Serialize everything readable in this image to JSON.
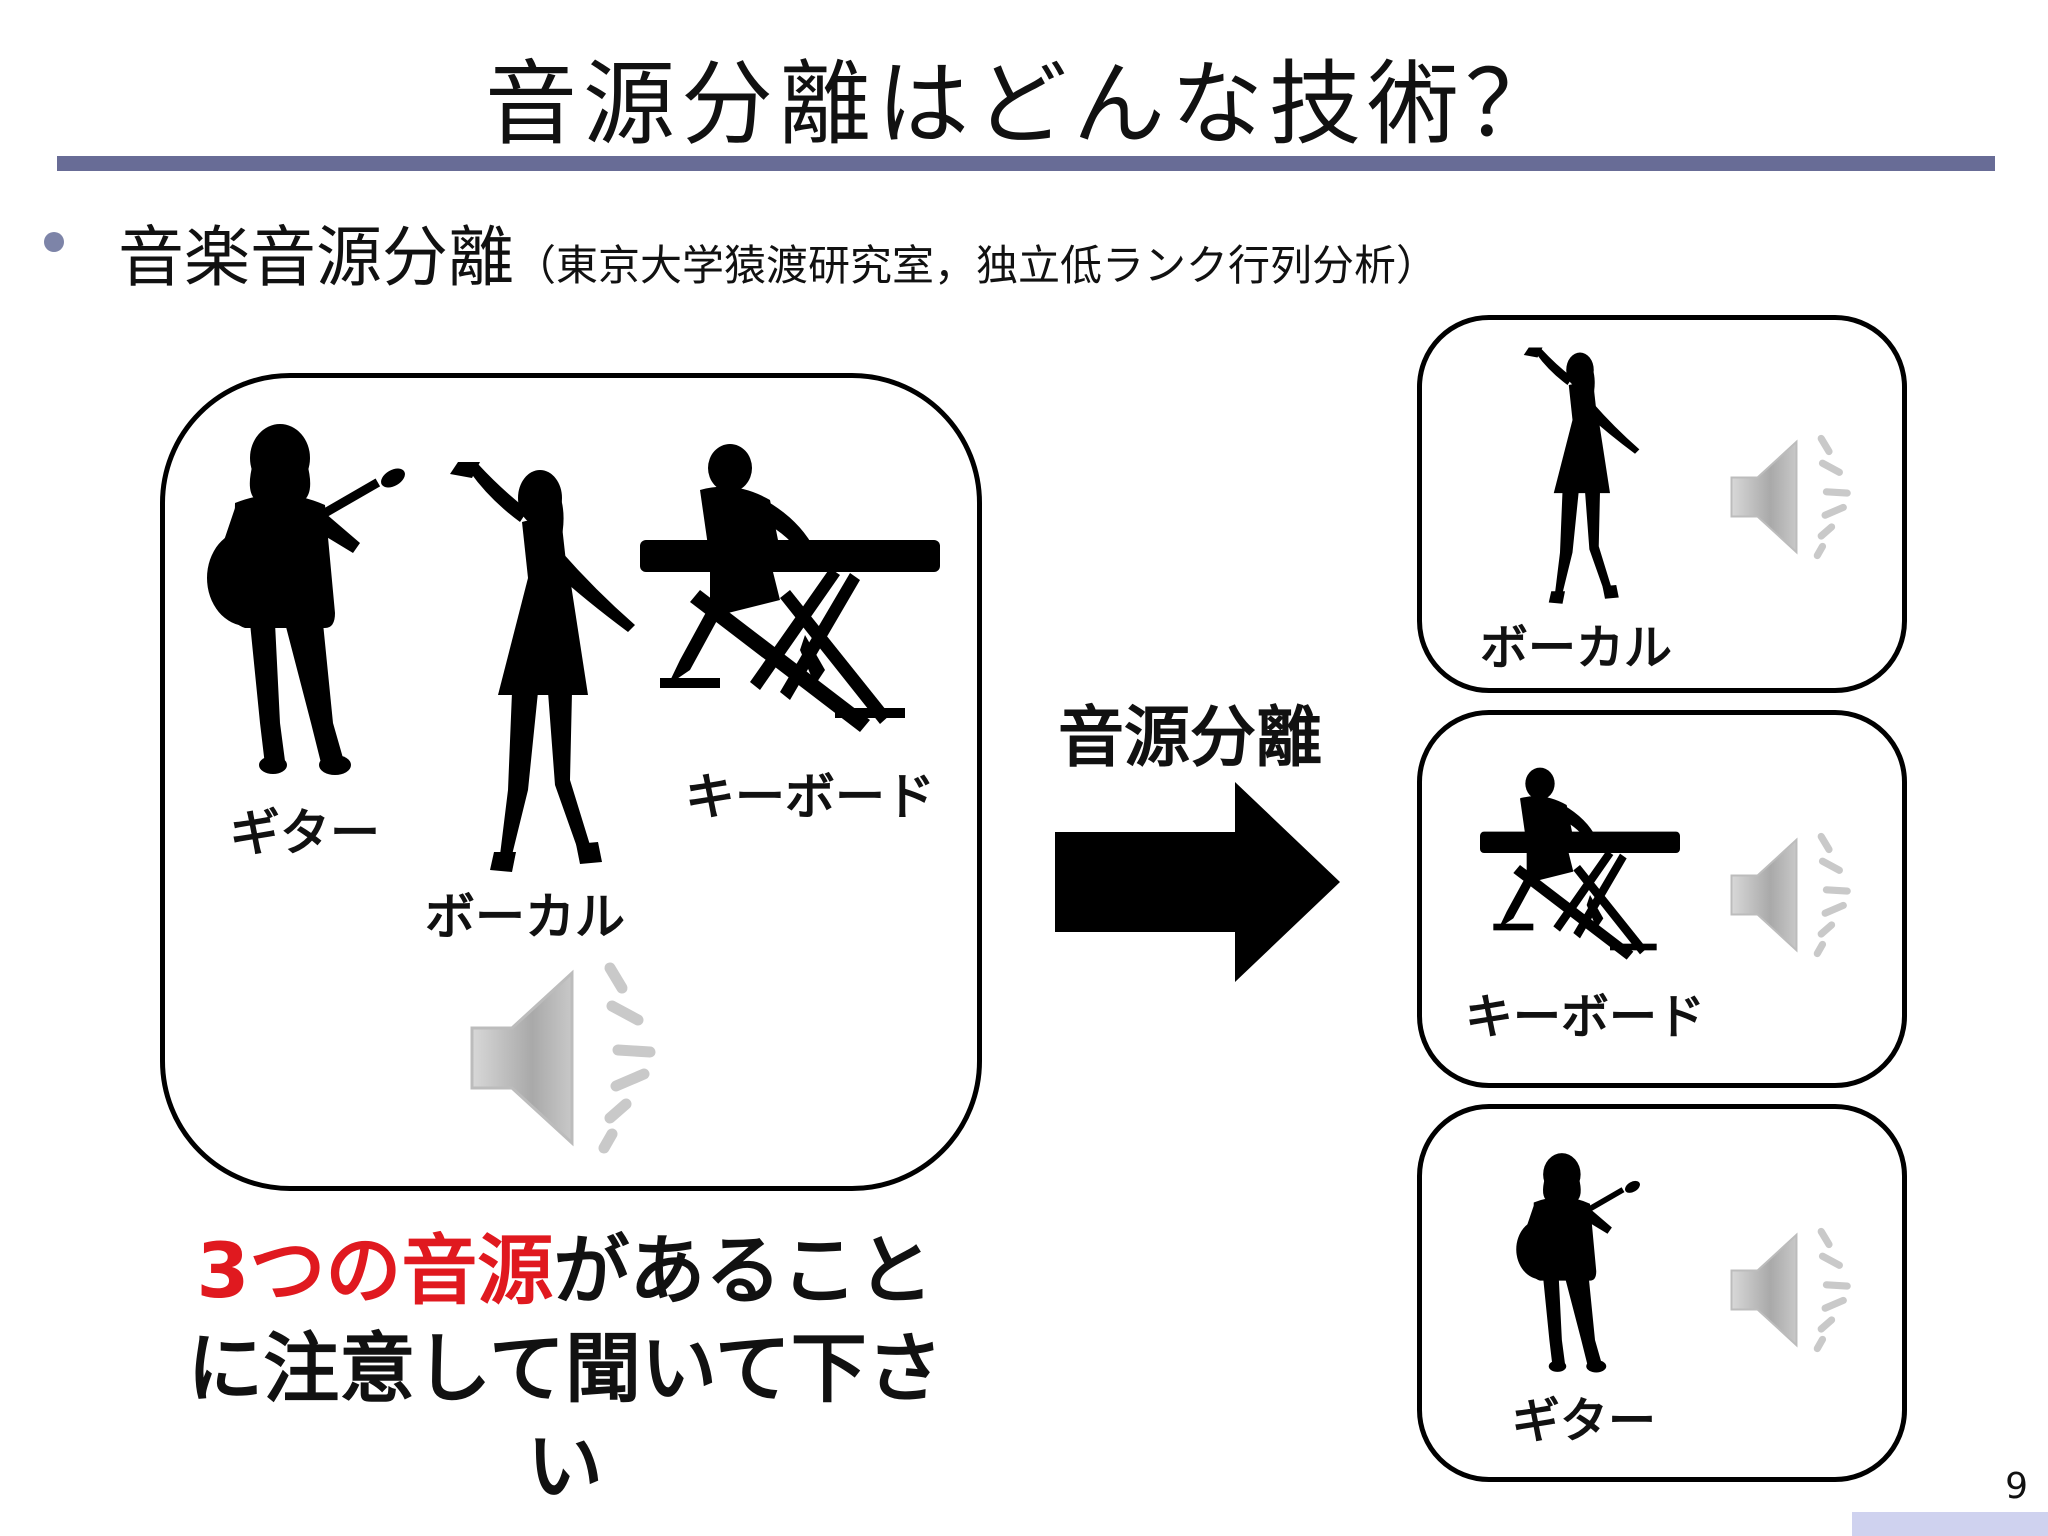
{
  "slide": {
    "title": "音源分離はどんな技術？",
    "bullet_main": "音楽音源分離",
    "bullet_sub": "（東京大学猿渡研究室，独立低ランク行列分析）",
    "page_number": "9"
  },
  "mixture": {
    "labels": {
      "guitar": "ギター",
      "vocal": "ボーカル",
      "keyboard": "キーボード"
    }
  },
  "arrow": {
    "label": "音源分離"
  },
  "separated": [
    {
      "label": "ボーカル"
    },
    {
      "label": "キーボード"
    },
    {
      "label": "ギター"
    }
  ],
  "caption": {
    "red": "3つの音源",
    "black": "があることに注意して聞いて下さい"
  },
  "icons": [
    "guitarist-silhouette",
    "vocalist-silhouette",
    "keyboardist-silhouette",
    "speaker-icon",
    "right-arrow-icon"
  ]
}
